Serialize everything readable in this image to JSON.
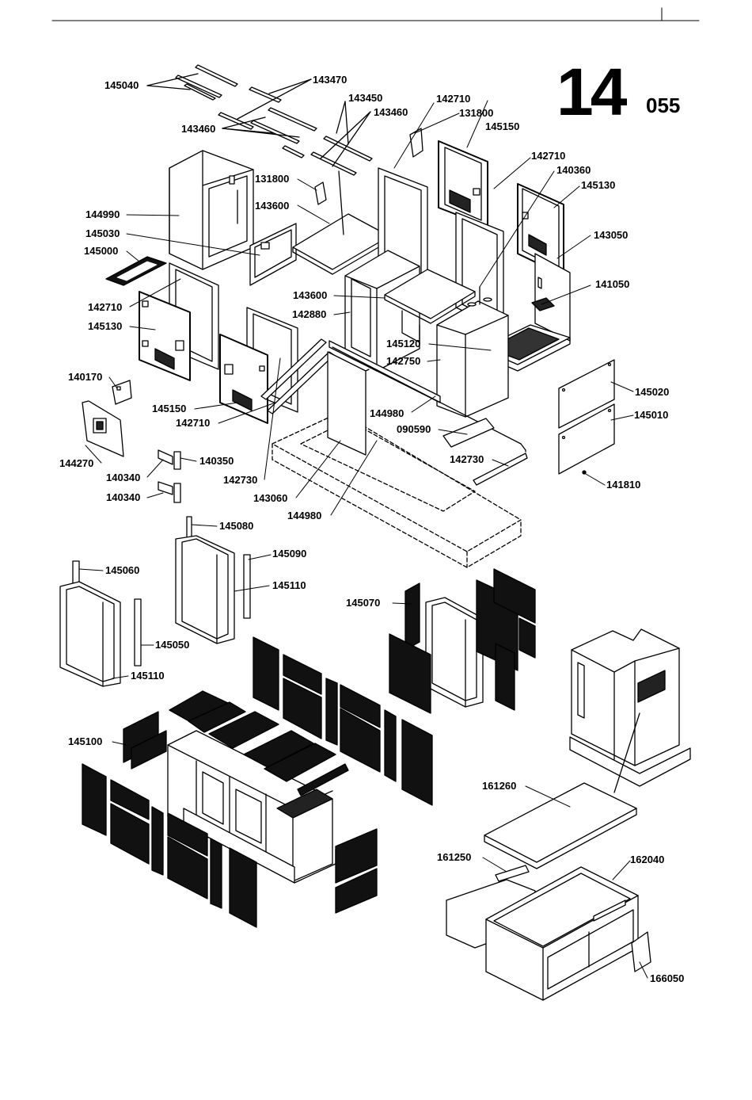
{
  "page": {
    "number_big": "14",
    "number_small": "055"
  },
  "labels": {
    "l145040": "145040",
    "l143470": "143470",
    "l143450": "143450",
    "l143460a": "143460",
    "l143460b": "143460",
    "l142710a": "142710",
    "l131800a": "131800",
    "l145150a": "145150",
    "l142710b": "142710",
    "l140360": "140360",
    "l145130a": "145130",
    "l131800b": "131800",
    "l143600a": "143600",
    "l144990": "144990",
    "l145030": "145030",
    "l145000": "145000",
    "l143050": "143050",
    "l141050": "141050",
    "l143600b": "143600",
    "l142880": "142880",
    "l142710c": "142710",
    "l145130b": "145130",
    "l145120": "145120",
    "l142750": "142750",
    "l140170": "140170",
    "l145020": "145020",
    "l145150b": "145150",
    "l144980a": "144980",
    "l145010": "145010",
    "l142710d": "142710",
    "l090590": "090590",
    "l144270": "144270",
    "l140350": "140350",
    "l142730a": "142730",
    "l140340a": "140340",
    "l142730b": "142730",
    "l141810": "141810",
    "l140340b": "140340",
    "l143060": "143060",
    "l144980b": "144980",
    "l145080": "145080",
    "l145090": "145090",
    "l145060": "145060",
    "l145110a": "145110",
    "l145070": "145070",
    "l145050": "145050",
    "l145110b": "145110",
    "l145100": "145100",
    "l161260": "161260",
    "l161250": "161250",
    "l162040": "162040",
    "l166050": "166050"
  }
}
